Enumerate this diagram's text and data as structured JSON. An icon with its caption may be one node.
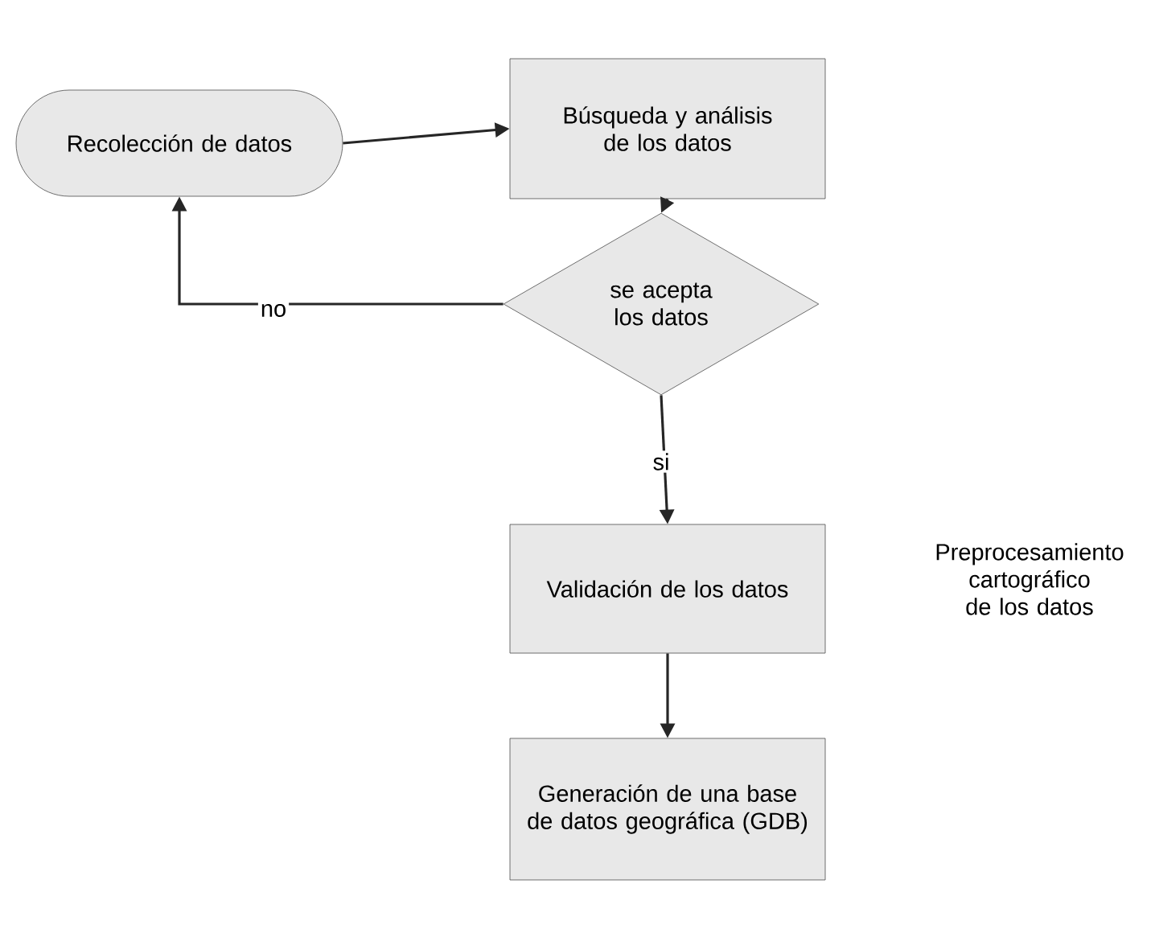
{
  "diagram": {
    "nodes": [
      {
        "text": [
          "Recolección de datos"
        ]
      },
      {
        "text": [
          "Búsqueda y análisis de los datos"
        ]
      },
      {
        "text": [
          "se acepta los datos"
        ]
      },
      {
        "text": [
          "Validación de los datos"
        ]
      },
      {
        "text": [
          "Generación de una base de datos geográfica (GDB)"
        ]
      }
    ],
    "edges": [
      {
        "from": 0,
        "to": 1,
        "arrow": "to"
      },
      {
        "from": 1,
        "to": 2,
        "arrow": "to"
      },
      {
        "from": 2,
        "to": 0,
        "arrow": "to",
        "label": "no"
      },
      {
        "from": 2,
        "to": 3,
        "arrow": "to",
        "label": "si"
      },
      {
        "from": 3,
        "to": 4,
        "arrow": "to"
      }
    ],
    "labels": [
      "Preprocesamiento cartográfico de los datos"
    ]
  }
}
